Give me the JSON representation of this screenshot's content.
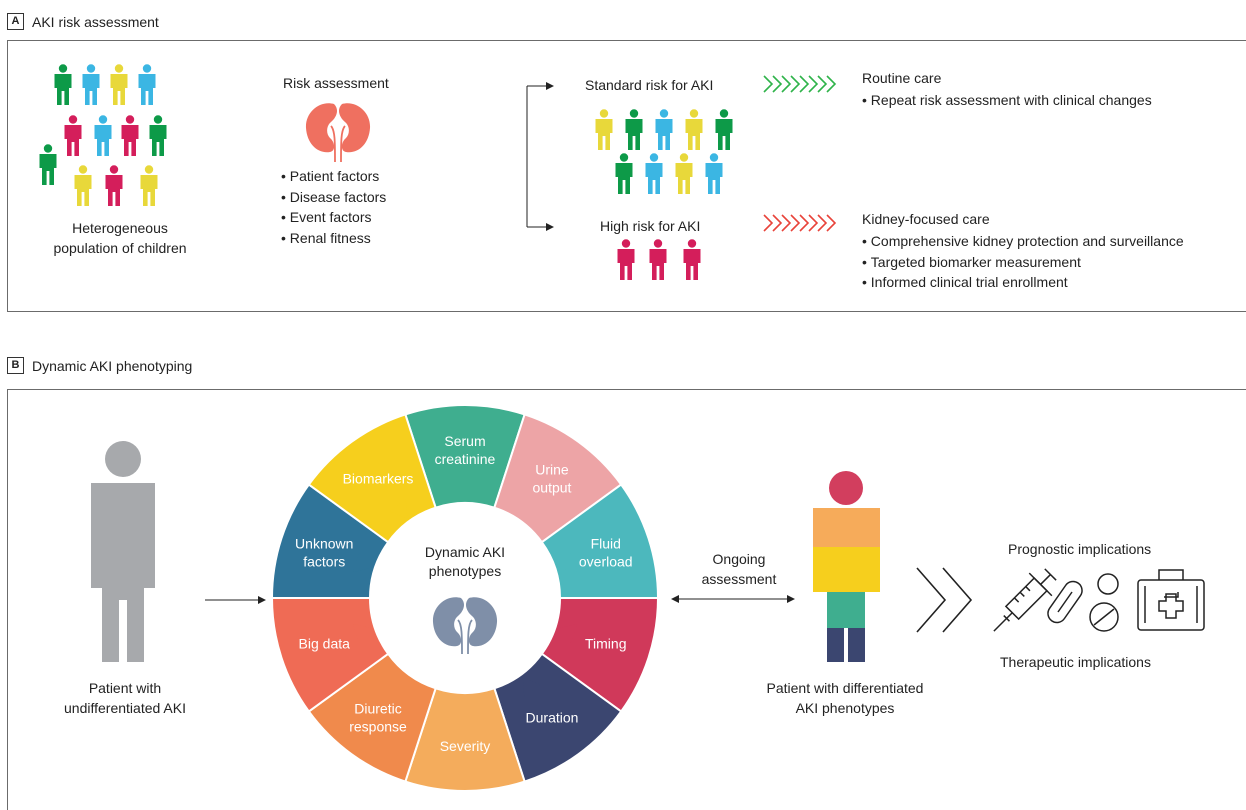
{
  "panel_a": {
    "letter": "A",
    "title": "AKI risk assessment",
    "population_label": [
      "Heterogeneous",
      "population of children"
    ],
    "risk_title": "Risk assessment",
    "risk_factors": [
      "Patient factors",
      "Disease factors",
      "Event factors",
      "Renal fitness"
    ],
    "standard_label": "Standard risk for AKI",
    "high_label": "High risk for AKI",
    "routine_title": "Routine care",
    "routine_items": [
      "Repeat risk assessment with clinical changes"
    ],
    "kidney_title": "Kidney-focused care",
    "kidney_items": [
      "Comprehensive kidney protection and surveillance",
      "Targeted biomarker measurement",
      "Informed clinical trial enrollment"
    ]
  },
  "panel_b": {
    "letter": "B",
    "title": "Dynamic AKI phenotyping",
    "patient_left": [
      "Patient with",
      "undifferentiated AKI"
    ],
    "wheel_center": [
      "Dynamic AKI",
      "phenotypes"
    ],
    "segments": [
      {
        "label": [
          "Serum",
          "creatinine"
        ],
        "color": "#3fae8f"
      },
      {
        "label": [
          "Urine",
          "output"
        ],
        "color": "#eda4a6"
      },
      {
        "label": [
          "Fluid",
          "overload"
        ],
        "color": "#4cb8bd"
      },
      {
        "label": [
          "Timing"
        ],
        "color": "#d0395a"
      },
      {
        "label": [
          "Duration"
        ],
        "color": "#3b4670"
      },
      {
        "label": [
          "Severity"
        ],
        "color": "#f4ac5c"
      },
      {
        "label": [
          "Diuretic",
          "response"
        ],
        "color": "#f08a4c"
      },
      {
        "label": [
          "Big data"
        ],
        "color": "#ef6b55"
      },
      {
        "label": [
          "Unknown",
          "factors"
        ],
        "color": "#2f7499"
      },
      {
        "label": [
          "Biomarkers"
        ],
        "color": "#f6cf1d"
      }
    ],
    "ongoing": [
      "Ongoing",
      "assessment"
    ],
    "patient_right": [
      "Patient with differentiated",
      "AKI phenotypes"
    ],
    "prognostic": "Prognostic implications",
    "therapeutic": "Therapeutic implications"
  },
  "colors": {
    "green": "#0d9a48",
    "blue": "#3bb6e3",
    "yellow": "#e8d83a",
    "pink": "#d41e5b",
    "kidney": "#ef7060",
    "kidney_gray": "#7f8fa8",
    "chevron_green": "#2fb34a",
    "chevron_red": "#e8433a"
  }
}
